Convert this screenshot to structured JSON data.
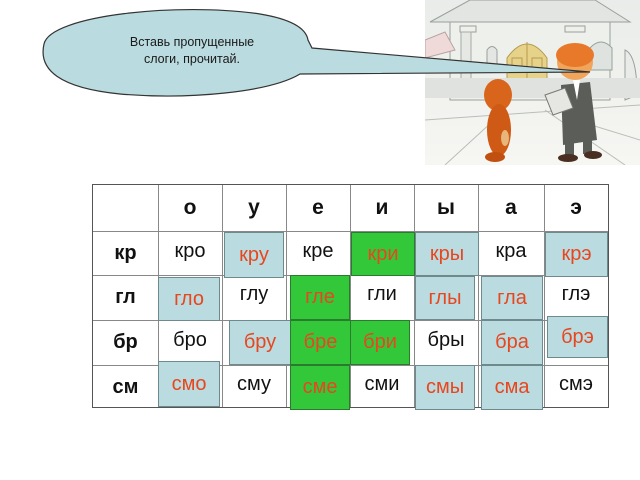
{
  "instruction_bubble": {
    "line1": "Вставь пропущенные",
    "line2": "слоги, прочитай.",
    "fill_color": "#badbdf"
  },
  "illustration": {
    "description": "cartoon boy with notebook and orange cat in front of a house"
  },
  "table": {
    "column_headers": [
      "",
      "о",
      "у",
      "е",
      "и",
      "ы",
      "а",
      "э"
    ],
    "rows": [
      {
        "prefix": "кр",
        "cells": [
          "кро",
          "",
          "кре",
          "",
          "",
          "кра",
          ""
        ]
      },
      {
        "prefix": "гл",
        "cells": [
          "",
          "глу",
          "",
          "гли",
          "",
          "",
          "глэ"
        ]
      },
      {
        "prefix": "бр",
        "cells": [
          "бро",
          "",
          "",
          "",
          "бры",
          "",
          ""
        ]
      },
      {
        "prefix": "см",
        "cells": [
          "",
          "сму",
          "",
          "сми",
          "",
          "",
          "смэ"
        ]
      }
    ]
  },
  "tiles": [
    {
      "text": "кру",
      "color": "blue"
    },
    {
      "text": "кри",
      "color": "green"
    },
    {
      "text": "кры",
      "color": "blue"
    },
    {
      "text": "крэ",
      "color": "blue"
    },
    {
      "text": "гло",
      "color": "blue"
    },
    {
      "text": "гле",
      "color": "green"
    },
    {
      "text": "глы",
      "color": "blue"
    },
    {
      "text": "гла",
      "color": "blue"
    },
    {
      "text": "бру",
      "color": "blue"
    },
    {
      "text": "бре",
      "color": "green"
    },
    {
      "text": "бри",
      "color": "green"
    },
    {
      "text": "бра",
      "color": "blue"
    },
    {
      "text": "брэ",
      "color": "blue"
    },
    {
      "text": "смо",
      "color": "blue"
    },
    {
      "text": "сме",
      "color": "green"
    },
    {
      "text": "смы",
      "color": "blue"
    },
    {
      "text": "сма",
      "color": "blue"
    }
  ],
  "colors": {
    "tile_blue": "#badbdf",
    "tile_green": "#33c83a",
    "tile_text": "#e8461e",
    "table_text": "#111111"
  }
}
